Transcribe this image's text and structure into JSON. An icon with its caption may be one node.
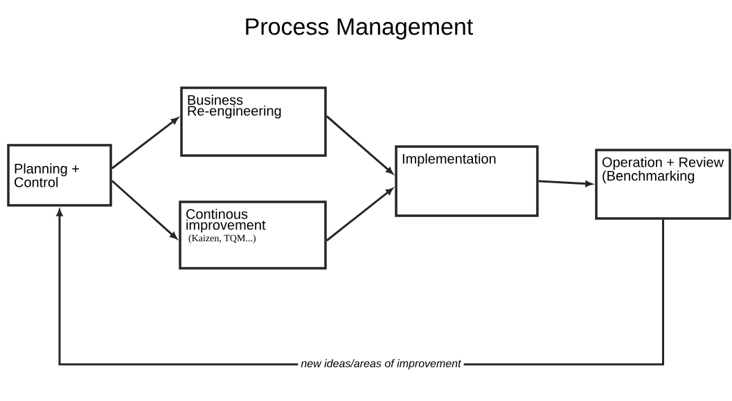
{
  "diagram": {
    "title": "Process Management",
    "nodes": [
      {
        "text": [
          "Planning + Control"
        ]
      },
      {
        "text": [
          "Business Re-engineering"
        ]
      },
      {
        "text": [
          "Continous improvement",
          "(Kaizen, TQM...)"
        ]
      },
      {
        "text": [
          "Implementation"
        ]
      },
      {
        "text": [
          "Operation + Review (Benchmarking"
        ]
      }
    ],
    "edges": [
      {
        "from": 0,
        "to": 1,
        "arrow": "to"
      },
      {
        "from": 0,
        "to": 2,
        "arrow": "to"
      },
      {
        "from": 1,
        "to": 3,
        "arrow": "to"
      },
      {
        "from": 2,
        "to": 3,
        "arrow": "to"
      },
      {
        "from": 3,
        "to": 4,
        "arrow": "to"
      },
      {
        "from": 4,
        "to": 0,
        "arrow": "to",
        "label": "new ideas/areas of improvement"
      }
    ]
  }
}
